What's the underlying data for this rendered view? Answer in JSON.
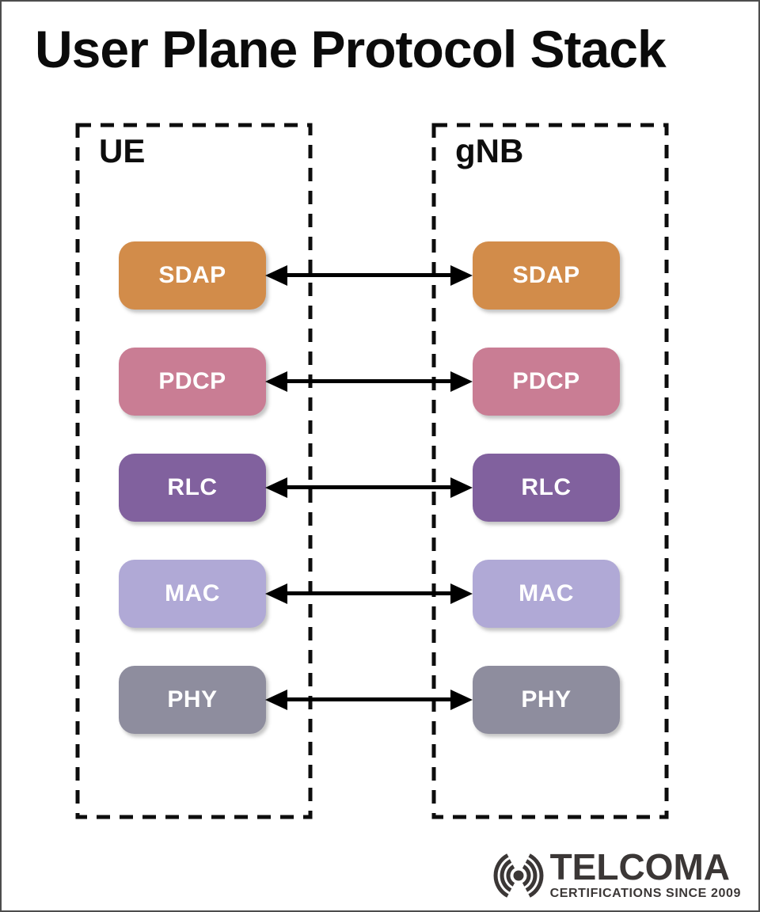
{
  "title": "User Plane Protocol Stack",
  "columns": {
    "left": {
      "label": "UE"
    },
    "right": {
      "label": "gNB"
    }
  },
  "layers": [
    {
      "name": "SDAP",
      "color": "#d28c4a"
    },
    {
      "name": "PDCP",
      "color": "#c97d94"
    },
    {
      "name": "RLC",
      "color": "#81619e"
    },
    {
      "name": "MAC",
      "color": "#b0a9d6"
    },
    {
      "name": "PHY",
      "color": "#8e8d9e"
    }
  ],
  "arrow_color": "#000000",
  "border_color": "#0d0d0d",
  "logo": {
    "brand": "TELCOMA",
    "tagline": "CERTIFICATIONS SINCE 2009",
    "color": "#3b3736",
    "icon": "antenna-signal-icon"
  }
}
